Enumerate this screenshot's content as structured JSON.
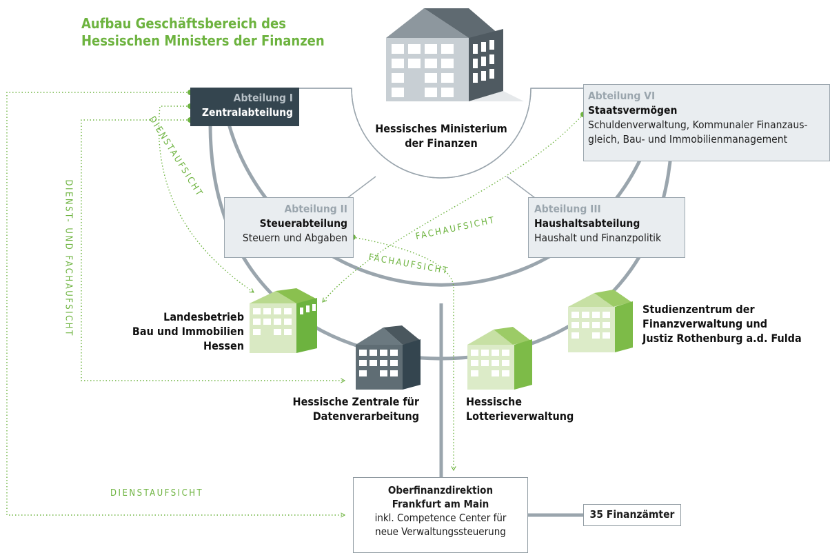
{
  "title": {
    "line1": "Aufbau Geschäftsbereich des",
    "line2": "Hessischen Ministers der Finanzen"
  },
  "ministry": {
    "line1": "Hessisches Ministerium",
    "line2": "der Finanzen"
  },
  "departments": {
    "abt1": {
      "dept": "Abteilung I",
      "name": "Zentralabteilung"
    },
    "abt2": {
      "dept": "Abteilung II",
      "name": "Steuerabteilung",
      "desc": "Steuern und Abgaben"
    },
    "abt3": {
      "dept": "Abteilung III",
      "name": "Haushaltsabteilung",
      "desc": "Haushalt und Finanzpolitik"
    },
    "abt6": {
      "dept": "Abteilung VI",
      "name": "Staatsvermögen",
      "desc1": "Schuldenverwaltung, Kommunaler Finanzaus-",
      "desc2": "gleich, Bau- und Immobilienmanagement"
    }
  },
  "agencies": {
    "lbih": {
      "line1": "Landesbetrieb",
      "line2": "Bau und Immobilien",
      "line3": "Hessen"
    },
    "hzd": {
      "line1": "Hessische Zentrale für",
      "line2": "Datenverarbeitung"
    },
    "lotterie": {
      "line1": "Hessische",
      "line2": "Lotterieverwaltung"
    },
    "studienzentrum": {
      "line1": "Studienzentrum der",
      "line2": "Finanzverwaltung und",
      "line3": "Justiz Rothenburg a.d. Fulda"
    }
  },
  "ofd": {
    "line1": "Oberfinanzdirektion",
    "line2": "Frankfurt am Main",
    "line3": "inkl. Competence Center für",
    "line4": "neue Verwaltungssteuerung"
  },
  "finanzaemter": "35 Finanzämter",
  "labels": {
    "dienst_fach": "DIENST- UND FACHAUFSICHT",
    "dienstaufsicht_diag": "DIENSTAUFSICHT",
    "dienstaufsicht_bottom": "DIENSTAUFSICHT",
    "fachaufsicht_1": "FACHAUFSICHT",
    "fachaufsicht_2": "FACHAUFSICHT"
  },
  "colors": {
    "accent_green": "#6db33f",
    "dark_box": "#34454f",
    "box_fill": "#e9edf0",
    "line_gray": "#9aa5ad"
  },
  "icons": [
    "building-icon"
  ]
}
